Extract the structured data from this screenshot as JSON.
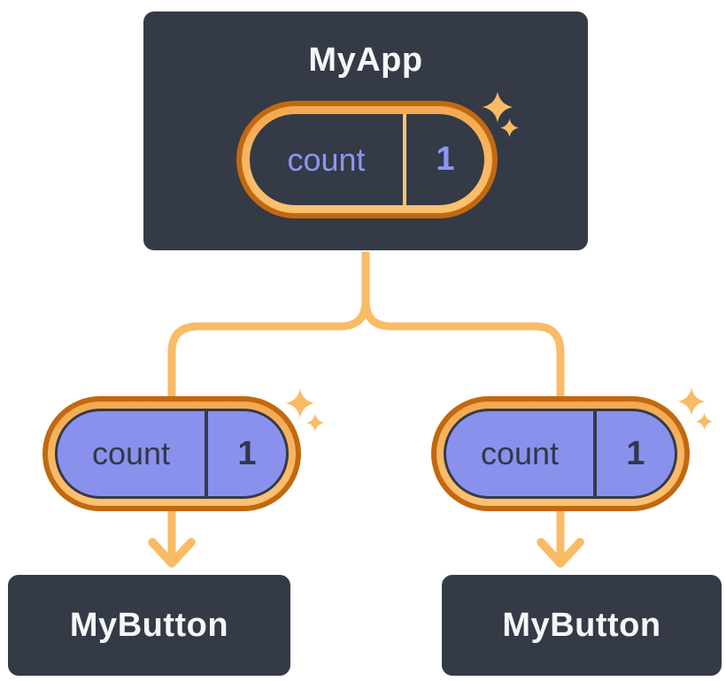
{
  "diagram": {
    "description": "Component tree: MyApp holds state and passes it down to two MyButton children",
    "root": {
      "title": "MyApp",
      "pill": {
        "label": "count",
        "value": "1"
      }
    },
    "children": [
      {
        "title": "MyButton",
        "pill": {
          "label": "count",
          "value": "1"
        }
      },
      {
        "title": "MyButton",
        "pill": {
          "label": "count",
          "value": "1"
        }
      }
    ]
  },
  "icons": {
    "sparkle": "✦",
    "arrowhead": "▼"
  },
  "colors": {
    "background": "#FFFFFF",
    "box_fill": "#343A46",
    "box_border": "#FFFFFF",
    "text_light": "#F6F7F9",
    "text_dark": "#313848",
    "periwinkle": "#8B96F2",
    "pill_fill_child": "#8A91EC",
    "orange_dark": "#C2690F",
    "orange_light_top": "#F3A94F",
    "orange_light_bottom": "#FDC272",
    "line": "#F9BB64",
    "dark_outline": "#333A4B"
  }
}
